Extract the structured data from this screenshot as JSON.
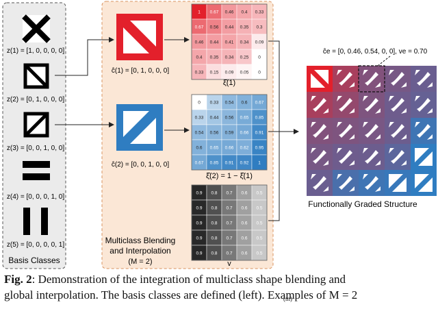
{
  "basis": {
    "title": "Basis Classes",
    "labels": [
      "z(1) = [1, 0, 0, 0, 0]",
      "z(2) = [0, 1, 0, 0, 0]",
      "z(3) = [0, 0, 1, 0, 0]",
      "z(4) = [0, 0, 0, 1, 0]",
      "z(5) = [0, 0, 0, 0, 1]"
    ]
  },
  "blend": {
    "title_line1": "Multiclass Blending",
    "title_line2": "and Interpolation",
    "title_line3": "(M = 2)",
    "c1_label": "ĉ(1) = [0, 1, 0, 0, 0]",
    "c2_label": "ĉ(2) = [0, 0, 1, 0, 0]",
    "xi1_label": "ξ̂(1)",
    "xi2_label": "ξ̂(2) = 1 − ξ̂(1)",
    "v_label": "v"
  },
  "grids": {
    "xi1": [
      [
        "1",
        "0.67",
        "0.46",
        "0.4",
        "0.33"
      ],
      [
        "0.67",
        "0.56",
        "0.44",
        "0.35",
        "0.3"
      ],
      [
        "0.46",
        "0.44",
        "0.41",
        "0.34",
        "0.09"
      ],
      [
        "0.4",
        "0.35",
        "0.34",
        "0.25",
        "0"
      ],
      [
        "0.33",
        "0.15",
        "0.09",
        "0.05",
        "0"
      ]
    ],
    "xi2": [
      [
        "0",
        "0.33",
        "0.54",
        "0.6",
        "0.67"
      ],
      [
        "0.33",
        "0.44",
        "0.56",
        "0.65",
        "0.85"
      ],
      [
        "0.54",
        "0.56",
        "0.59",
        "0.66",
        "0.91"
      ],
      [
        "0.6",
        "0.65",
        "0.66",
        "0.62",
        "0.95"
      ],
      [
        "0.67",
        "0.85",
        "0.91",
        "0.92",
        "1"
      ]
    ],
    "v": [
      [
        "0.9",
        "0.8",
        "0.7",
        "0.6",
        "0.5"
      ],
      [
        "0.9",
        "0.8",
        "0.7",
        "0.6",
        "0.5"
      ],
      [
        "0.9",
        "0.8",
        "0.7",
        "0.6",
        "0.5"
      ],
      [
        "0.9",
        "0.8",
        "0.7",
        "0.6",
        "0.5"
      ],
      [
        "0.9",
        "0.8",
        "0.7",
        "0.6",
        "0.5"
      ]
    ]
  },
  "structure": {
    "annotation": "ĉe = [0, 0.46, 0.54, 0, 0], ve = 0.70",
    "title": "Functionally Graded Structure"
  },
  "caption": {
    "fig": "Fig. 2",
    "text_line1": ": Demonstration of the integration of multiclass shape blending and",
    "text_line2": "global interpolation. The basis classes are defined (left). Examples of M = 2",
    "text_line3": "(m)"
  },
  "colors": {
    "red": "#e3202b",
    "blue": "#2f7dc1",
    "panel_bg": "#fbe7d6",
    "panel_border": "#d9935f",
    "basis_bg": "#ebebeb"
  }
}
